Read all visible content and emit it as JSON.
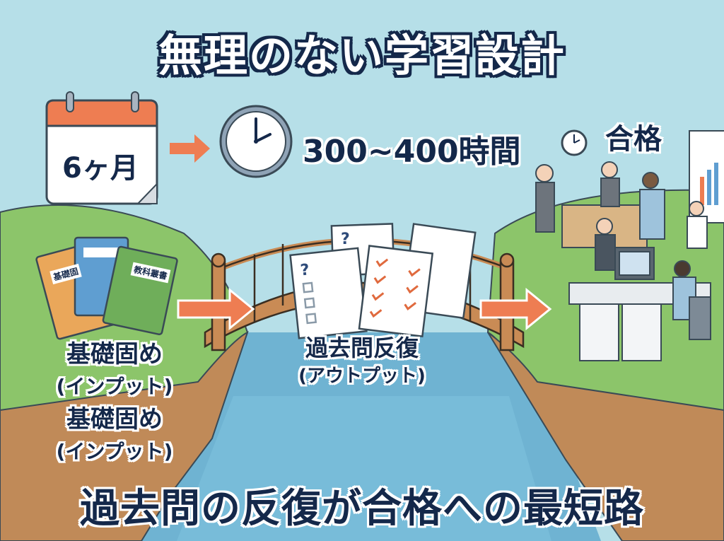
{
  "title": "無理のない学習設計",
  "timeline": {
    "duration_label": "6ヶ月",
    "study_hours_label": "300~400時間",
    "goal_label": "合格"
  },
  "stages": {
    "input": {
      "lines": [
        "基礎固め",
        "(インプット)",
        "基礎固め",
        "(インプット)"
      ],
      "book_labels": [
        "基礎固",
        "教科叢書"
      ]
    },
    "output": {
      "title": "過去問反復",
      "subtitle": "(アウトプット)"
    }
  },
  "tagline": "過去問の反復が合格への最短路",
  "icons": [
    "calendar-icon",
    "arrow-right-icon",
    "clock-icon",
    "small-clock-icon",
    "books-icon",
    "exam-sheets-icon",
    "bridge",
    "office-scene"
  ],
  "colors": {
    "sky": "#b6dfe8",
    "grass": "#8cc56a",
    "cliff": "#c08a58",
    "river": "#6fb3d2",
    "arrow": "#ee7d52",
    "text_dark": "#14284a",
    "calendar_header": "#ee7d52"
  }
}
